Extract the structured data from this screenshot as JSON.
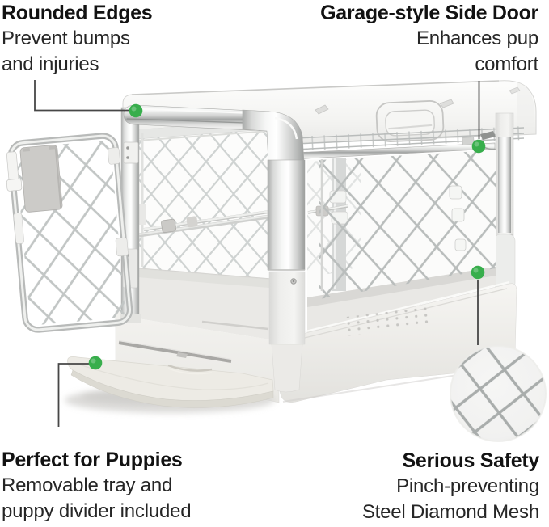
{
  "colors": {
    "background": "#ffffff",
    "accent_green": "#38ae4c",
    "leader_line": "#474747"
  },
  "callouts": {
    "top_left": {
      "title": "Rounded Edges",
      "lines": [
        "Prevent bumps",
        "and injuries"
      ]
    },
    "top_right": {
      "title": "Garage-style Side Door",
      "lines": [
        "Enhances pup",
        "comfort"
      ]
    },
    "bottom_left": {
      "title": "Perfect for Puppies",
      "lines": [
        "Removable tray and",
        "puppy divider included"
      ]
    },
    "bottom_right": {
      "title": "Serious Safety",
      "lines": [
        "Pinch-preventing",
        "Steel Diamond Mesh"
      ]
    }
  }
}
